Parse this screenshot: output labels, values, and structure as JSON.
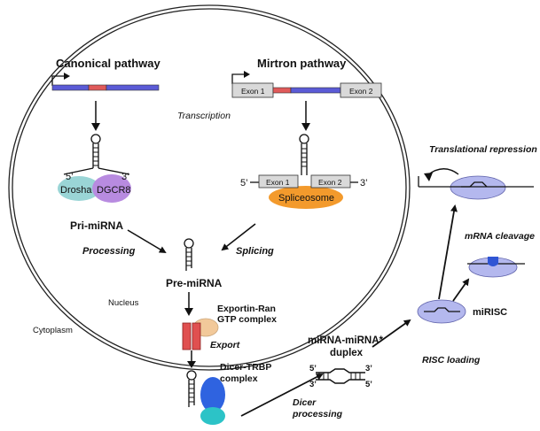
{
  "labels": {
    "canonical": "Canonical pathway",
    "mirtron": "Mirtron pathway",
    "transcription": "Transcription",
    "exon1": "Exon 1",
    "exon2": "Exon 2",
    "five_prime": "5’",
    "three_prime": "3’",
    "drosha": "Drosha",
    "dgcr8": "DGCR8",
    "spliceosome": "Spliceosome",
    "pri_mirna": "Pri-miRNA",
    "processing": "Processing",
    "splicing": "Splicing",
    "pre_mirna": "Pre-miRNA",
    "nucleus": "Nucleus",
    "cytoplasm": "Cytoplasm",
    "exportin_1": "Exportin-Ran",
    "exportin_2": "GTP complex",
    "export": "Export",
    "dicer_1": "Dicer-TRBP",
    "dicer_2": "complex",
    "duplex_1": "miRNA-miRNA*",
    "duplex_2": "duplex",
    "dicer_processing_1": "Dicer",
    "dicer_processing_2": "processing",
    "risc_loading": "RISC loading",
    "mirisc": "miRISC",
    "mrna_cleavage": "mRNA cleavage",
    "translational_repression": "Translational repression"
  },
  "colors": {
    "gene_blue": "#5b5bd6",
    "gene_red": "#e05a5a",
    "drosha": "#9ad5d6",
    "dgcr8": "#b88be0",
    "spliceosome": "#f39a2c",
    "exportin": "#f2c99a",
    "channel": "#e05050",
    "dicer_blue": "#2f63e0",
    "dicer_teal": "#2cc3c7",
    "risc": "#b4b8ee",
    "cleave": "#2f55d4"
  }
}
